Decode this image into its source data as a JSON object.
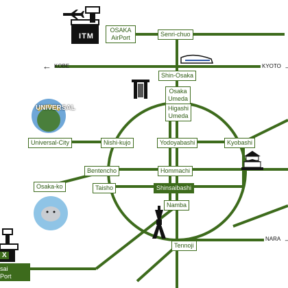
{
  "colors": {
    "line": "#3d6b1c",
    "station_text": "#2d5a12",
    "highlight": "#3d6b1c"
  },
  "stations": {
    "senri_chuo": "Senri-chuo",
    "shin_osaka": "Shin-Osaka",
    "osaka_umeda": "Osaka\nUmeda",
    "higashi_umeda": "Higashi\nUmeda",
    "universal_city": "Universal-City",
    "nishi_kujo": "Nishi-kujo",
    "yodoyabashi": "Yodoyabashi",
    "kyobashi": "Kyobashi",
    "bentencho": "Bentencho",
    "hommachi": "Hommachi",
    "osaka_ko": "Osaka-ko",
    "taisho": "Taisho",
    "shinsaibashi": "Shinsaibashi",
    "namba": "Namba",
    "tennoji": "Tennoji"
  },
  "airports": {
    "itm_code": "ITM",
    "itm_name": "OSAKA\nAirPort",
    "kix_code": "X",
    "kix_name": "sai\nPort"
  },
  "directions": {
    "kobe": "KOBE",
    "kyoto": "KYOTO",
    "nara": "NARA"
  },
  "landmarks": {
    "usj_sign": "UNIVERSAL"
  },
  "icons": [
    "airplane-icon",
    "control-tower-icon",
    "airport-terminal-icon",
    "shinkansen-train-icon",
    "torii-gate-icon",
    "universal-globe-icon",
    "osaka-castle-icon",
    "seal-aquarium-icon",
    "tsutenkaku-tower-icon"
  ]
}
